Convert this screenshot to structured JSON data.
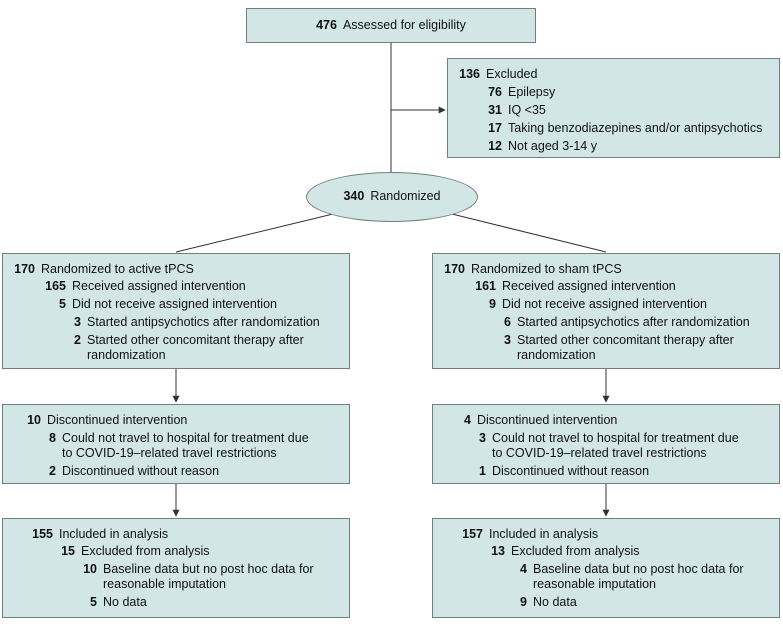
{
  "assessed": {
    "n": "476",
    "text": "Assessed for eligibility"
  },
  "excluded": {
    "header": {
      "n": "136",
      "text": "Excluded"
    },
    "items": [
      {
        "n": "76",
        "text": "Epilepsy"
      },
      {
        "n": "31",
        "text": "IQ <35"
      },
      {
        "n": "17",
        "text": "Taking benzodiazepines and/or antipsychotics"
      },
      {
        "n": "12",
        "text": "Not aged 3-14 y"
      }
    ]
  },
  "randomized": {
    "n": "340",
    "text": "Randomized"
  },
  "active": {
    "allocation": {
      "header": {
        "n": "170",
        "text": "Randomized to active tPCS"
      },
      "received": {
        "n": "165",
        "text": "Received assigned intervention"
      },
      "not_received": {
        "n": "5",
        "text": "Did not receive assigned intervention"
      },
      "reasons": [
        {
          "n": "3",
          "line1": "Started antipsychotics after randomization",
          "line2": ""
        },
        {
          "n": "2",
          "line1": "Started other concomitant therapy after",
          "line2": "randomization"
        }
      ]
    },
    "followup": {
      "header": {
        "n": "10",
        "text": "Discontinued intervention"
      },
      "reasons": [
        {
          "n": "8",
          "line1": "Could not travel to hospital for treatment due",
          "line2": "to COVID-19–related travel restrictions"
        },
        {
          "n": "2",
          "line1": "Discontinued without reason",
          "line2": ""
        }
      ]
    },
    "analysis": {
      "header": {
        "n": "155",
        "text": "Included in analysis"
      },
      "excluded": {
        "n": "15",
        "text": "Excluded from analysis"
      },
      "reasons": [
        {
          "n": "10",
          "line1": "Baseline data but no post hoc data for",
          "line2": "reasonable imputation"
        },
        {
          "n": "5",
          "line1": "No data",
          "line2": ""
        }
      ]
    }
  },
  "sham": {
    "allocation": {
      "header": {
        "n": "170",
        "text": "Randomized to sham tPCS"
      },
      "received": {
        "n": "161",
        "text": "Received assigned intervention"
      },
      "not_received": {
        "n": "9",
        "text": "Did not receive assigned intervention"
      },
      "reasons": [
        {
          "n": "6",
          "line1": "Started antipsychotics after randomization",
          "line2": ""
        },
        {
          "n": "3",
          "line1": "Started other concomitant therapy after",
          "line2": "randomization"
        }
      ]
    },
    "followup": {
      "header": {
        "n": "4",
        "text": "Discontinued intervention"
      },
      "reasons": [
        {
          "n": "3",
          "line1": "Could not travel to hospital for treatment due",
          "line2": "to COVID-19–related travel restrictions"
        },
        {
          "n": "1",
          "line1": "Discontinued without reason",
          "line2": ""
        }
      ]
    },
    "analysis": {
      "header": {
        "n": "157",
        "text": "Included in analysis"
      },
      "excluded": {
        "n": "13",
        "text": "Excluded from analysis"
      },
      "reasons": [
        {
          "n": "4",
          "line1": "Baseline data but no post hoc data for",
          "line2": "reasonable imputation"
        },
        {
          "n": "9",
          "line1": "No data",
          "line2": ""
        }
      ]
    }
  },
  "colors": {
    "box_fill": "#d3e6e6",
    "box_border": "#6f7f7f",
    "line": "#333333"
  }
}
